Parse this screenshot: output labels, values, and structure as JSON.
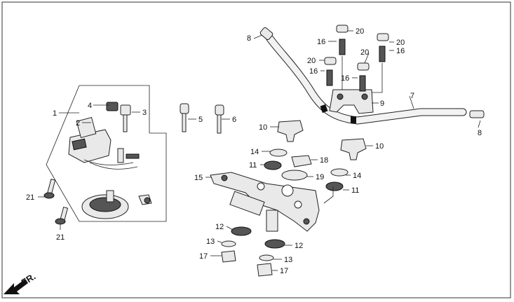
{
  "diagram": {
    "direction_label": "FR.",
    "callouts": [
      {
        "id": "c1",
        "text": "1"
      },
      {
        "id": "c2",
        "text": "2"
      },
      {
        "id": "c3",
        "text": "3"
      },
      {
        "id": "c4",
        "text": "4"
      },
      {
        "id": "c5",
        "text": "5"
      },
      {
        "id": "c6",
        "text": "6"
      },
      {
        "id": "c7",
        "text": "7"
      },
      {
        "id": "c8a",
        "text": "8"
      },
      {
        "id": "c8b",
        "text": "8"
      },
      {
        "id": "c9",
        "text": "9"
      },
      {
        "id": "c10a",
        "text": "10"
      },
      {
        "id": "c10b",
        "text": "10"
      },
      {
        "id": "c11a",
        "text": "11"
      },
      {
        "id": "c11b",
        "text": "11"
      },
      {
        "id": "c12a",
        "text": "12"
      },
      {
        "id": "c12b",
        "text": "12"
      },
      {
        "id": "c13a",
        "text": "13"
      },
      {
        "id": "c13b",
        "text": "13"
      },
      {
        "id": "c14a",
        "text": "14"
      },
      {
        "id": "c14b",
        "text": "14"
      },
      {
        "id": "c15",
        "text": "15"
      },
      {
        "id": "c16a",
        "text": "16"
      },
      {
        "id": "c16b",
        "text": "16"
      },
      {
        "id": "c16c",
        "text": "16"
      },
      {
        "id": "c16d",
        "text": "16"
      },
      {
        "id": "c17a",
        "text": "17"
      },
      {
        "id": "c17b",
        "text": "17"
      },
      {
        "id": "c18",
        "text": "18"
      },
      {
        "id": "c19",
        "text": "19"
      },
      {
        "id": "c20a",
        "text": "20"
      },
      {
        "id": "c20b",
        "text": "20"
      },
      {
        "id": "c20c",
        "text": "20"
      },
      {
        "id": "c20d",
        "text": "20"
      },
      {
        "id": "c21a",
        "text": "21"
      },
      {
        "id": "c21b",
        "text": "21"
      }
    ]
  }
}
